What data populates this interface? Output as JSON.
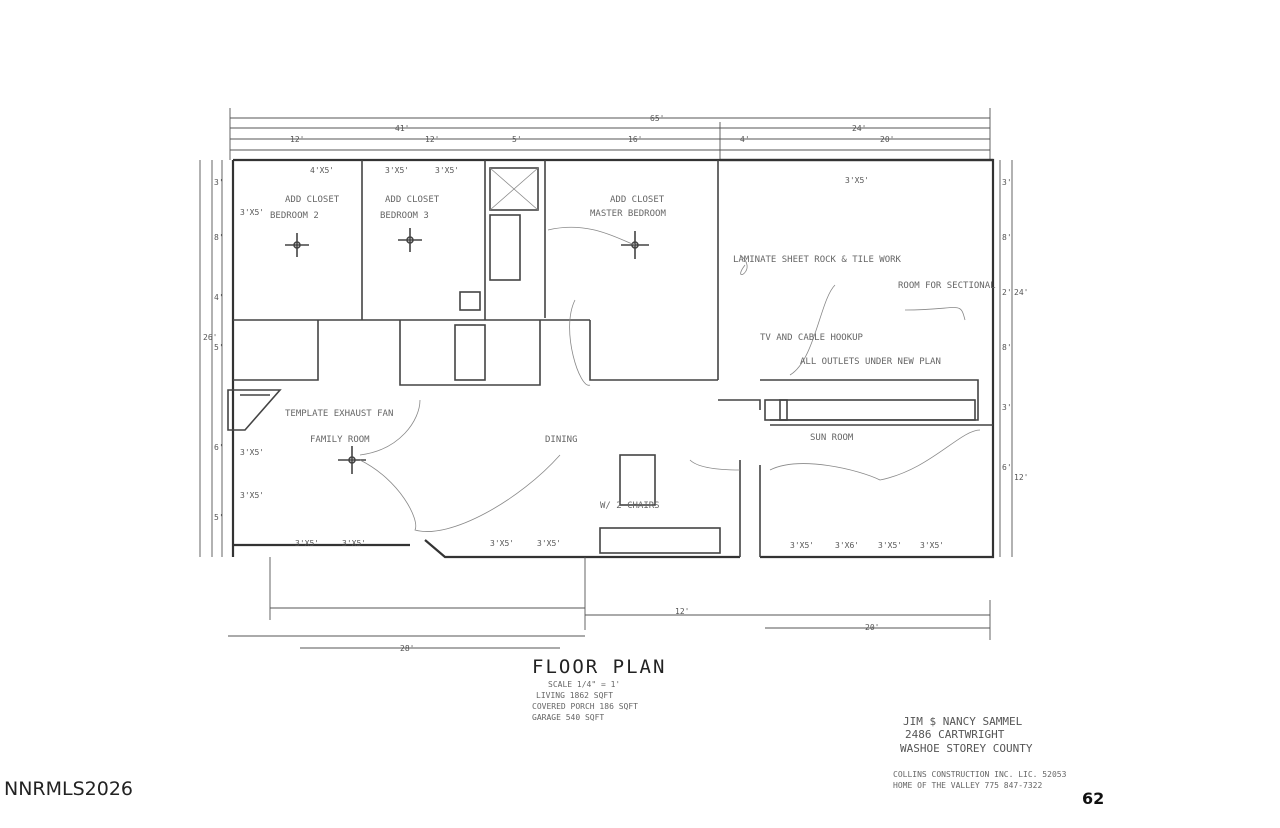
{
  "plan": {
    "title": "FLOOR PLAN",
    "scale": "SCALE 1/4\" = 1'",
    "living": "LIVING 1862 SQFT",
    "covered_porch": "COVERED PORCH 186 SQFT",
    "garage": "GARAGE 540 SQFT"
  },
  "owner": {
    "names": "JIM $ NANCY SAMMEL",
    "address": "2486 CARTWRIGHT",
    "location": "WASHOE STOREY COUNTY"
  },
  "builder": {
    "line1": "COLLINS CONSTRUCTION INC. LIC. 52053",
    "line2": "HOME OF THE VALLEY 775 847-7322"
  },
  "page_number": "62",
  "watermark": "NNRMLS2026",
  "rooms": {
    "bedroom2_cloth": "ADD CLOSET",
    "bedroom2": "BEDROOM 2",
    "bedroom3_cloth": "ADD CLOSET",
    "bedroom3": "BEDROOM 3",
    "master_cloth": "ADD CLOSET",
    "master": "MASTER BEDROOM",
    "great_room_note": "LAMINATE SHEET ROCK & TILE WORK",
    "sectional": "ROOM FOR SECTIONAL",
    "tv_note": "TV AND CABLE HOOKUP",
    "outlets_note": "ALL OUTLETS UNDER NEW PLAN",
    "entry_note": "TEMPLATE EXHAUST FAN",
    "family": "FAMILY ROOM",
    "dining": "DINING",
    "island": "W/ 2 CHAIRS",
    "sun_room": "SUN ROOM"
  },
  "windows": [
    "3'X5'",
    "4'X5'",
    "3'X5'",
    "3'X5'",
    "3'X5'",
    "3'X5'",
    "3'X5'",
    "3'X5'",
    "3'X5'",
    "3'X5'",
    "3'X6'",
    "3'X5'",
    "3'X5'",
    "3'X5'",
    "3'X5'"
  ],
  "dimensions": {
    "overall": "65'",
    "left_total": "41'",
    "right_total": "24'",
    "top_segments": [
      "12'",
      "12'",
      "5'",
      "16'",
      "4'",
      "20'"
    ],
    "bottom_left": "28'",
    "bottom_right": "20'",
    "bottom_mid": "12'",
    "right_side": [
      "3'",
      "8'",
      "24'",
      "2'",
      "8'",
      "3'",
      "6'",
      "12'"
    ],
    "left_side": [
      "3'",
      "8'",
      "4'",
      "5'",
      "26'",
      "6'",
      "5'"
    ]
  }
}
